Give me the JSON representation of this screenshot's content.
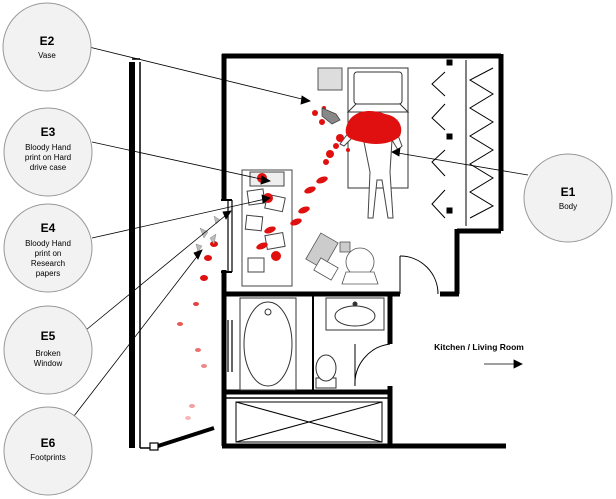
{
  "evidence": [
    {
      "id": "e2",
      "code": "E2",
      "desc": [
        "Vase"
      ]
    },
    {
      "id": "e3",
      "code": "E3",
      "desc": [
        "Bloody Hand",
        "print on Hard",
        "drive case"
      ]
    },
    {
      "id": "e4",
      "code": "E4",
      "desc": [
        "Bloody Hand",
        "print on",
        "Research",
        "papers"
      ]
    },
    {
      "id": "e5",
      "code": "E5",
      "desc": [
        "Broken",
        "Window"
      ]
    },
    {
      "id": "e6",
      "code": "E6",
      "desc": [
        "Footprints"
      ]
    },
    {
      "id": "e1",
      "code": "E1",
      "desc": [
        "Body"
      ]
    }
  ],
  "room_label": "Kitchen / Living Room",
  "colors": {
    "wall": "#000000",
    "blood": "#e01010",
    "bubble_fill": "#f2f2f2",
    "bubble_stroke": "#999999",
    "fixture": "#666666"
  }
}
